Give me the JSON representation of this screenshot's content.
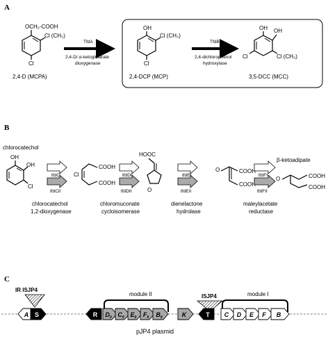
{
  "panels": [
    "A",
    "B",
    "C"
  ],
  "panel_a": {
    "compound1_subst_top": "OCH₂-COOH",
    "compound1_subst_right": "Cl (CH₃)",
    "compound1_subst_bottom": "Cl",
    "compound1_label": "2,4-D (MCPA)",
    "enzyme1_gene": "TfdA",
    "enzyme1_name_line1": "2,4-D/ α-ketoglutarate",
    "enzyme1_name_line2": "dioxygenase",
    "compound2_subst_top": "OH",
    "compound2_subst_right": "Cl (CH₃)",
    "compound2_subst_bottom": "Cl",
    "compound2_label": "2,4-DCP (MCP)",
    "enzyme2_gene": "TfdB",
    "enzyme2_name_line1": "2,4-dichlorophenol",
    "enzyme2_name_line2": "hydroxylase",
    "compound3_subst_top": "OH",
    "compound3_subst_top2": "OH",
    "compound3_subst_left": "Cl",
    "compound3_subst_right": "Cl (CH₃)",
    "compound3_label": "3,5-DCC (MCC)"
  },
  "panel_b": {
    "start_label": "chlorocatechol",
    "end_label": "β-ketoadipate",
    "oh1": "OH",
    "oh2": "OH",
    "cl_start": "Cl",
    "cl_muconate": "Cl",
    "hooc_lactone": "HOOC",
    "o_lactone": "O",
    "cooh": "COOH",
    "o_keto": "O",
    "steps": [
      {
        "gene1": "tfdC",
        "gene2": "tfdCII",
        "enzyme_line1": "chlorocatechol",
        "enzyme_line2": "1,2-dioxygenase"
      },
      {
        "gene1": "tfdDI",
        "gene2": "tfdDII",
        "enzyme_line1": "chloromuconate",
        "enzyme_line2": "cycloisomerase"
      },
      {
        "gene1": "tfdEI",
        "gene2": "tfdEII",
        "enzyme_line1": "dienelactone",
        "enzyme_line2": "hydrolase"
      },
      {
        "gene1": "tfdFI",
        "gene2": "tfdFII",
        "enzyme_line1": "maleylacetate",
        "enzyme_line2": "reductase"
      }
    ]
  },
  "panel_c": {
    "ir_label": "IR ISJP4",
    "isjp4_label": "ISJP4",
    "module2_label": "module II",
    "module1_label": "module I",
    "plasmid_label": "pJP4 plasmid",
    "genes": [
      {
        "label": "A",
        "style": "white",
        "dir": "left"
      },
      {
        "label": "S",
        "style": "black",
        "dir": "right"
      },
      {
        "label": "R",
        "style": "black",
        "dir": "left"
      },
      {
        "label": "D",
        "sub": "II",
        "style": "gray",
        "dir": "right"
      },
      {
        "label": "C",
        "sub": "II",
        "style": "gray",
        "dir": "right"
      },
      {
        "label": "E",
        "sub": "II",
        "style": "gray",
        "dir": "right"
      },
      {
        "label": "F",
        "sub": "II",
        "style": "gray",
        "dir": "right"
      },
      {
        "label": "B",
        "sub": "II",
        "style": "gray",
        "dir": "right"
      },
      {
        "label": "K",
        "style": "gray",
        "dir": "right"
      },
      {
        "label": "T",
        "style": "black",
        "dir": "left"
      },
      {
        "label": "C",
        "style": "white",
        "dir": "right"
      },
      {
        "label": "D",
        "style": "white",
        "dir": "right"
      },
      {
        "label": "E",
        "style": "white",
        "dir": "right"
      },
      {
        "label": "F",
        "style": "white",
        "dir": "right"
      },
      {
        "label": "B",
        "style": "white",
        "dir": "right"
      }
    ]
  }
}
